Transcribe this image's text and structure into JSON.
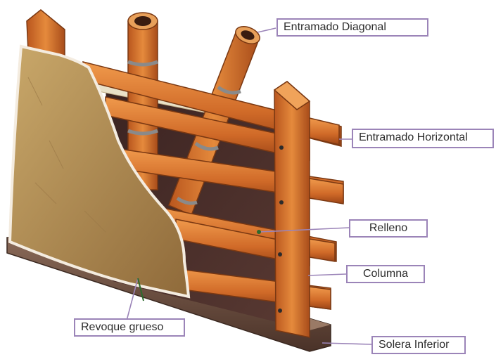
{
  "labels": {
    "diagonal": "Entramado Diagonal",
    "horizontal": "Entramado Horizontal",
    "relleno": "Relleno",
    "columna": "Columna",
    "revoque": "Revoque grueso",
    "solera": "Solera Inferior"
  },
  "colors": {
    "label_border": "#9b84b8",
    "leader_line": "#9b84b8",
    "wood": "#d9762e",
    "bamboo": "#e0883a",
    "plaster": "#b8935a",
    "fill_dark": "#4a2e2a",
    "base_beam": "#6b4a3c"
  }
}
